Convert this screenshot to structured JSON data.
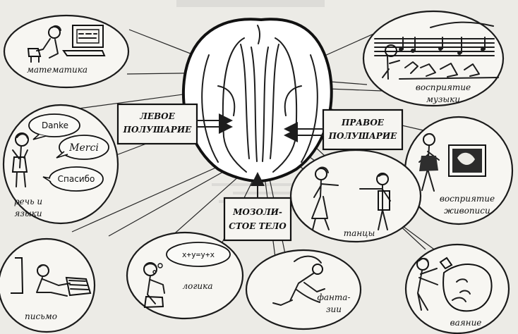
{
  "labels": {
    "math": "математика",
    "speech_1": "речь и",
    "speech_2": "языки",
    "writing": "письмо",
    "logic": "логика",
    "fantasy_1": "фанта-",
    "fantasy_2": "зии",
    "music_1": "восприятие",
    "music_2": "музыки",
    "painting_1": "восприятие",
    "painting_2": "живописи",
    "dance": "танцы",
    "sculpture": "ваяние",
    "left_hemisphere_1": "ЛЕВОЕ",
    "left_hemisphere_2": "ПОЛУШАРИЕ",
    "right_hemisphere_1": "ПРАВОЕ",
    "right_hemisphere_2": "ПОЛУШАРИЕ",
    "corpus_1": "МОЗОЛИ-",
    "corpus_2": "СТОЕ ТЕЛО"
  },
  "speech_bubbles": {
    "danke": "Danke",
    "merci": "Merci",
    "spasibo": "Спасибо"
  },
  "logic_equation": "x+y=y+x"
}
